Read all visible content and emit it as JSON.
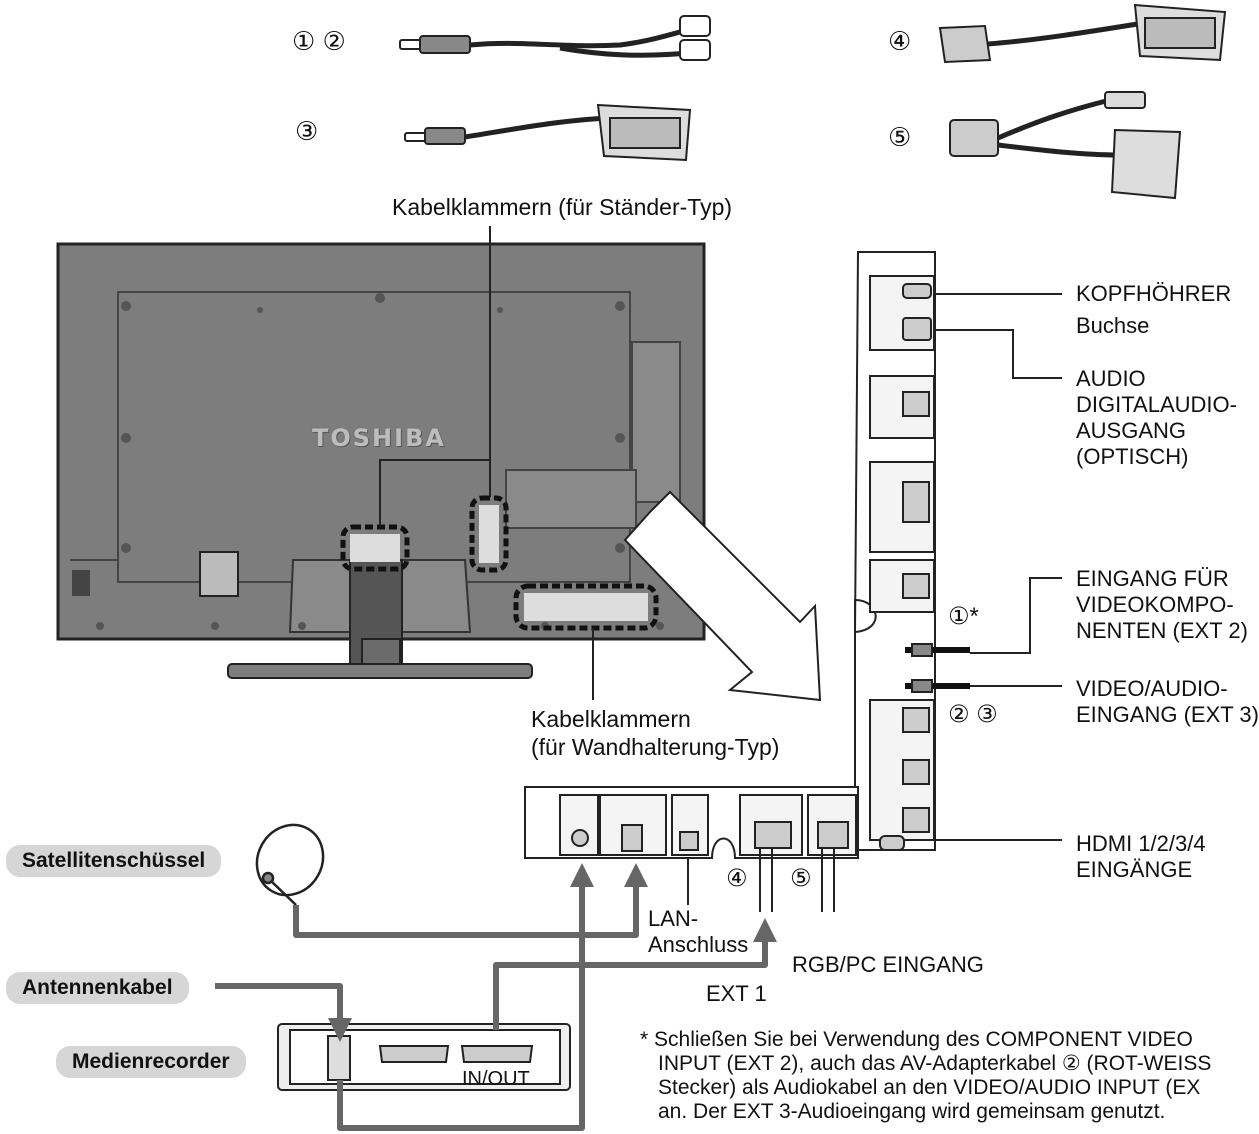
{
  "cable_numbers": {
    "c12": "① ②",
    "c3": "③",
    "c4": "④",
    "c5": "⑤",
    "ref1": "①*",
    "ref23": "② ③",
    "ref4": "④",
    "ref5": "⑤"
  },
  "tv_brand": "TOSHIBA",
  "labels": {
    "clips_stand": "Kabelklammern (für Ständer-Typ)",
    "clips_wall_1": "Kabelklammern",
    "clips_wall_2": "(für Wandhalterung-Typ)",
    "headphone_1": "KOPFHÖHRER",
    "headphone_2": "Buchse",
    "audio_1": "AUDIO",
    "audio_2": "DIGITALAUDIO-",
    "audio_3": "AUSGANG",
    "audio_4": "(OPTISCH)",
    "component_1": "EINGANG FÜR",
    "component_2": "VIDEOKOMPO-",
    "component_3": "NENTEN (EXT 2)",
    "video_audio_1": "VIDEO/AUDIO-",
    "video_audio_2": "EINGANG (EXT 3)",
    "hdmi_1": "HDMI 1/2/3/4",
    "hdmi_2": "EINGÄNGE",
    "lan_1": "LAN-",
    "lan_2": "Anschluss",
    "ext1": "EXT 1",
    "rgb_pc": "RGB/PC EINGANG",
    "recorder_inout": "IN/OUT"
  },
  "devices": {
    "satellite": "Satellitenschüssel",
    "antenna": "Antennenkabel",
    "recorder": "Medienrecorder"
  },
  "footnote": {
    "line1": "* Schließen Sie bei Verwendung des COMPONENT VIDEO",
    "line2": "INPUT (EXT 2), auch das AV-Adapterkabel ② (ROT-WEISS",
    "line3": "Stecker) als Audiokabel an den VIDEO/AUDIO INPUT (EX",
    "line4": "an. Der EXT 3-Audioeingang wird gemeinsam genutzt."
  }
}
